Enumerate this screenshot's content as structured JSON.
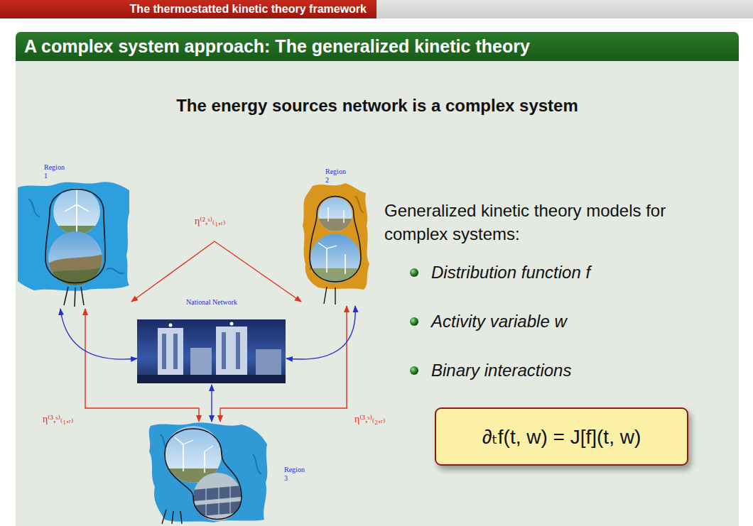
{
  "diagram": {
    "title": "A complex system approach: The generalized kinetic theory",
    "nodes": [
      {
        "text": [
          "Region 1"
        ]
      },
      {
        "text": [
          "Region 2"
        ]
      },
      {
        "text": [
          "National Network"
        ]
      },
      {
        "text": [
          "Region 3"
        ]
      },
      {
        "text": [
          "∂ₜf(t, w) = J[f](t, w)"
        ]
      }
    ],
    "edges": [
      {
        "from": 0,
        "to": 1,
        "arrow": "both",
        "label": "η⁽²,ˢ⁾₍₁,ᵣ₎"
      },
      {
        "from": 0,
        "to": 3,
        "arrow": "both",
        "label": "η⁽³,ˢ⁾₍₁,ᵣ₎"
      },
      {
        "from": 1,
        "to": 3,
        "arrow": "both",
        "label": "η⁽³,ˢ⁾₍₂,ᵣ₎"
      },
      {
        "from": 2,
        "to": 0,
        "arrow": "both"
      },
      {
        "from": 2,
        "to": 1,
        "arrow": "both"
      },
      {
        "from": 2,
        "to": 3,
        "arrow": "both"
      }
    ],
    "labels": [
      "The thermostatted kinetic theory framework",
      "The energy sources network is a complex system",
      "Generalized kinetic theory models for complex systems:",
      "Distribution function f",
      "Activity variable w",
      "Binary interactions"
    ]
  }
}
